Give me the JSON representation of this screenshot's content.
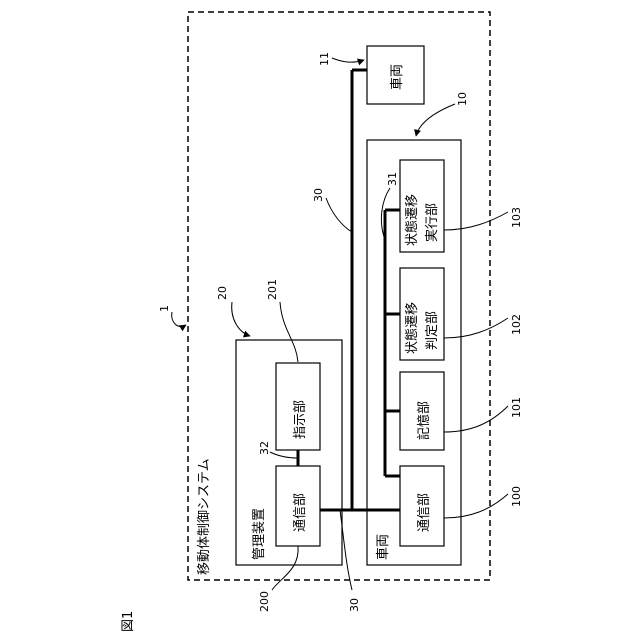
{
  "figure_label": "図1",
  "system": {
    "title": "移動体制御システム",
    "ref": "1"
  },
  "management_device": {
    "title": "管理装置",
    "ref": "20",
    "instruction_unit": {
      "label": "指示部",
      "ref": "201"
    },
    "comm_unit": {
      "label": "通信部",
      "ref": "200"
    },
    "internal_bus_ref": "32"
  },
  "vehicle_main": {
    "title": "車両",
    "ref": "10",
    "comm_unit": {
      "label": "通信部",
      "ref": "100"
    },
    "storage_unit": {
      "label": "記憶部",
      "ref": "101"
    },
    "transition_judge_unit": {
      "label_line1": "状態遷移",
      "label_line2": "判定部",
      "ref": "102"
    },
    "transition_exec_unit": {
      "label_line1": "状態遷移",
      "label_line2": "実行部",
      "ref": "103"
    },
    "internal_bus_ref": "31"
  },
  "vehicle_other": {
    "title": "車両",
    "ref": "11"
  },
  "network": {
    "ref_upper": "30",
    "ref_lower": "30"
  }
}
